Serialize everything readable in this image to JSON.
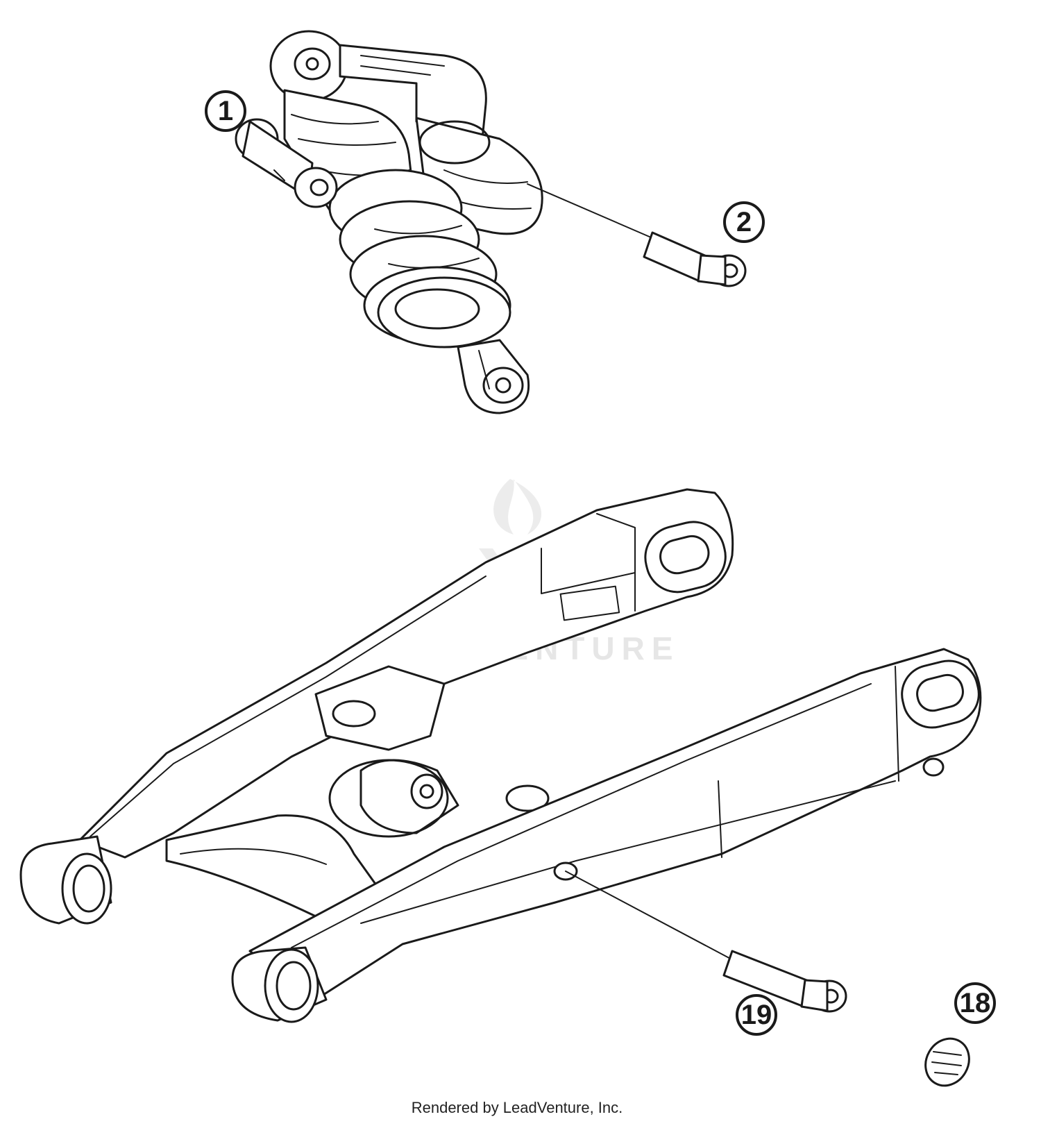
{
  "callouts": [
    {
      "id": "1",
      "label": "1"
    },
    {
      "id": "2",
      "label": "2"
    },
    {
      "id": "19",
      "label": "19"
    },
    {
      "id": "18",
      "label": "18"
    }
  ],
  "watermark": {
    "brand": "LEADVENTURE"
  },
  "footer": {
    "credit": "Rendered by LeadVenture, Inc."
  },
  "colors": {
    "ink": "#1a1a1a",
    "watermark": "#e6e6e6",
    "background": "#ffffff"
  }
}
